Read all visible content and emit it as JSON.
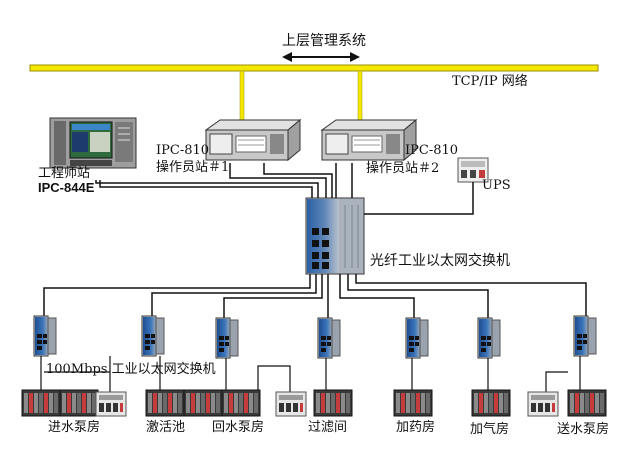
{
  "upper_system": "上层管理系统",
  "network_label": "TCP/IP 网络",
  "engineer_station": {
    "line1": "工程师站",
    "line2": "IPC-844E"
  },
  "operator1": {
    "model": "IPC-810",
    "name": "操作员站＃1"
  },
  "operator2": {
    "model": "IPC-810",
    "name": "操作员站＃2"
  },
  "ups": "UPS",
  "fiber_switch": "光纤工业以太网交换机",
  "edge_switch_label": "100Mbps 工业以太网交换机",
  "stations": [
    "进水泵房",
    "激活池",
    "回水泵房",
    "过滤间",
    "加药房",
    "加气房",
    "送水泵房"
  ],
  "colors": {
    "bus": "#f5e800",
    "switch": "#2c5fa3",
    "line": "#111111"
  },
  "icons": [
    "engineer-workstation-icon",
    "rack-server-icon",
    "ups-icon",
    "fiber-switch-icon",
    "edge-switch-icon",
    "plc-rack-icon",
    "io-module-icon",
    "double-arrow-icon"
  ]
}
